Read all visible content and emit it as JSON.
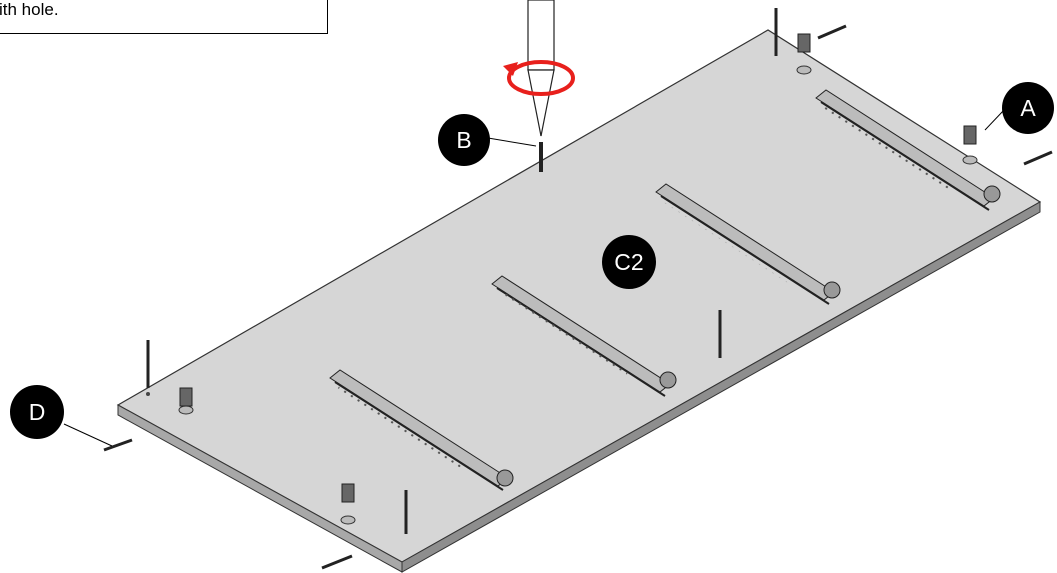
{
  "caption": {
    "text": "ith hole."
  },
  "callouts": [
    {
      "id": "A",
      "label": "A"
    },
    {
      "id": "B",
      "label": "B"
    },
    {
      "id": "C2",
      "label": "C2"
    },
    {
      "id": "D",
      "label": "D"
    }
  ],
  "colors": {
    "panel_top": "#d6d6d6",
    "panel_edge": "#9a9a9a",
    "rotation_arrow": "#e8201c",
    "callout_fill": "#000000"
  },
  "icons": {
    "rotation": "clockwise-rotation-arrow",
    "screwdriver": "screwdriver-tip"
  }
}
